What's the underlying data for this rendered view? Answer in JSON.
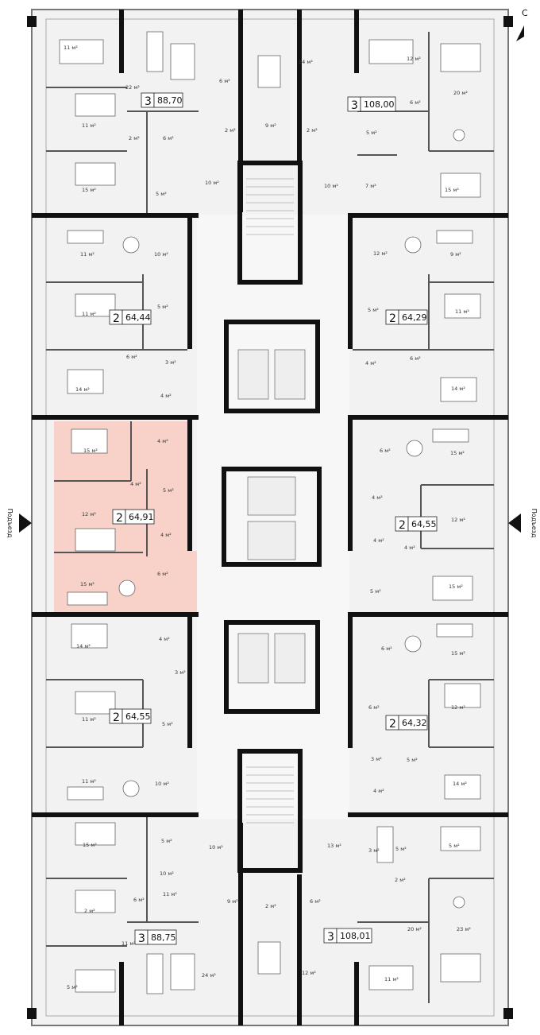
{
  "colors": {
    "highlight": "#f8d1c8",
    "floor": "#f2f2f2",
    "wall": "#111111",
    "thin_wall": "#555555"
  },
  "compass": {
    "label": "С"
  },
  "entrances": {
    "left": "Подъезд",
    "right": "Подъезд"
  },
  "apartments": [
    {
      "rooms": "3",
      "area": "88,70"
    },
    {
      "rooms": "3",
      "area": "108,00"
    },
    {
      "rooms": "2",
      "area": "64,44"
    },
    {
      "rooms": "2",
      "area": "64,29"
    },
    {
      "rooms": "2",
      "area": "64,91"
    },
    {
      "rooms": "2",
      "area": "64,55"
    },
    {
      "rooms": "2",
      "area": "64,55"
    },
    {
      "rooms": "2",
      "area": "64,32"
    },
    {
      "rooms": "3",
      "area": "88,75"
    },
    {
      "rooms": "3",
      "area": "108,01"
    }
  ],
  "rooms": [
    "11 м²",
    "22 м²",
    "11 м²",
    "2 м²",
    "6 м²",
    "15 м²",
    "5 м²",
    "6 м²",
    "2 м²",
    "9 м²",
    "24 м²",
    "2 м²",
    "10 м²",
    "10 м²",
    "12 м²",
    "6 м²",
    "20 м²",
    "5 м²",
    "7 м²",
    "15 м²",
    "11 м²",
    "10 м²",
    "11 м²",
    "5 м²",
    "6 м²",
    "3 м²",
    "14 м²",
    "4 м²",
    "12 м²",
    "9 м²",
    "5 м²",
    "11 м²",
    "4 м²",
    "6 м²",
    "14 м²",
    "15 м²",
    "4 м²",
    "4 м²",
    "5 м²",
    "12 м²",
    "4 м²",
    "15 м²",
    "6 м²",
    "6 м²",
    "15 м²",
    "4 м²",
    "12 м²",
    "4 м²",
    "4 м²",
    "5 м²",
    "15 м²",
    "14 м²",
    "4 м²",
    "3 м²",
    "11 м²",
    "5 м²",
    "11 м²",
    "10 м²",
    "6 м²",
    "15 м²",
    "6 м²",
    "12 м²",
    "3 м²",
    "5 м²",
    "4 м²",
    "14 м²",
    "15 м²",
    "5 м²",
    "10 м²",
    "10 м²",
    "13 м²",
    "5 м²",
    "3 м²",
    "5 м²",
    "2 м²",
    "6 м²",
    "11 м²",
    "2 м²",
    "9 м²",
    "2 м²",
    "6 м²",
    "20 м²",
    "23 м²",
    "11 м²",
    "5 м²",
    "24 м²",
    "12 м²",
    "11 м²"
  ]
}
